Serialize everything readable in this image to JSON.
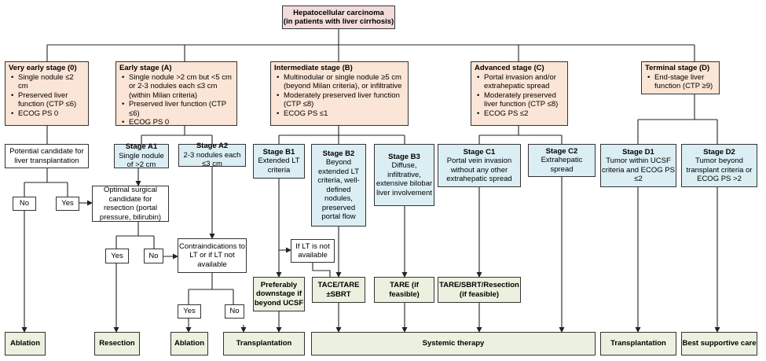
{
  "root": {
    "line1": "Hepatocellular carcinoma",
    "line2": "(in patients with liver cirrhosis)"
  },
  "stage0": {
    "title": "Very early stage (0)",
    "items": [
      "Single nodule ≤2 cm",
      "Preserved liver function (CTP ≤6)",
      "ECOG PS 0"
    ]
  },
  "stageA": {
    "title": "Early stage (A)",
    "items": [
      "Single nodule >2 cm but <5 cm or 2-3 nodules each ≤3 cm (within Milan criteria)",
      "Preserved liver function (CTP ≤6)",
      "ECOG PS 0"
    ]
  },
  "stageB": {
    "title": "Intermediate stage (B)",
    "items": [
      "Multinodular or single nodule ≥5 cm (beyond Milan criteria), or infiltrative",
      "Moderately preserved liver function (CTP ≤8)",
      "ECOG PS ≤1"
    ]
  },
  "stageC": {
    "title": "Advanced stage (C)",
    "items": [
      "Portal invasion and/or extrahepatic spread",
      "Moderately preserved liver function (CTP ≤8)",
      "ECOG PS ≤2"
    ]
  },
  "stageD": {
    "title": "Terminal stage (D)",
    "items": [
      "End-stage liver function (CTP ≥9)"
    ]
  },
  "potential_lt": "Potential candidate for liver transplantation",
  "a1": {
    "title": "Stage A1",
    "desc": "Single nodule of >2 cm"
  },
  "a2": {
    "title": "Stage A2",
    "desc": "2-3 nodules each ≤3 cm"
  },
  "b1": {
    "title": "Stage B1",
    "desc": "Extended LT criteria"
  },
  "b2": {
    "title": "Stage B2",
    "desc": "Beyond extended LT criteria, well-defined nodules, preserved portal flow"
  },
  "b3": {
    "title": "Stage B3",
    "desc": "Diffuse, infiltrative, extensive bilobar liver involvement"
  },
  "c1": {
    "title": "Stage C1",
    "desc": "Portal vein invasion without any other extrahepatic spread"
  },
  "c2": {
    "title": "Stage C2",
    "desc": "Extrahepatic spread"
  },
  "d1": {
    "title": "Stage D1",
    "desc": "Tumor within UCSF criteria and ECOG PS ≤2"
  },
  "d2": {
    "title": "Stage D2",
    "desc": "Tumor beyond transplant criteria or ECOG PS >2"
  },
  "no1": "No",
  "yes1": "Yes",
  "optimal": "Optimal surgical candidate for resection (portal pressure, bilirubin)",
  "yes2": "Yes",
  "no2": "No",
  "contra": "Contraindications to LT or if LT not available",
  "yes3": "Yes",
  "no3": "No",
  "if_lt": "If LT is not available",
  "t_downstage": "Preferably downstage if beyond UCSF",
  "t_tace": "TACE/TARE ±SBRT",
  "t_tare": "TARE (if feasible)",
  "t_c1": "TARE/SBRT/Resection (if feasible)",
  "out_ablation1": "Ablation",
  "out_resection": "Resection",
  "out_ablation2": "Ablation",
  "out_transplant1": "Transplantation",
  "out_systemic": "Systemic therapy",
  "out_transplant2": "Transplantation",
  "out_bsc": "Best supportive care"
}
